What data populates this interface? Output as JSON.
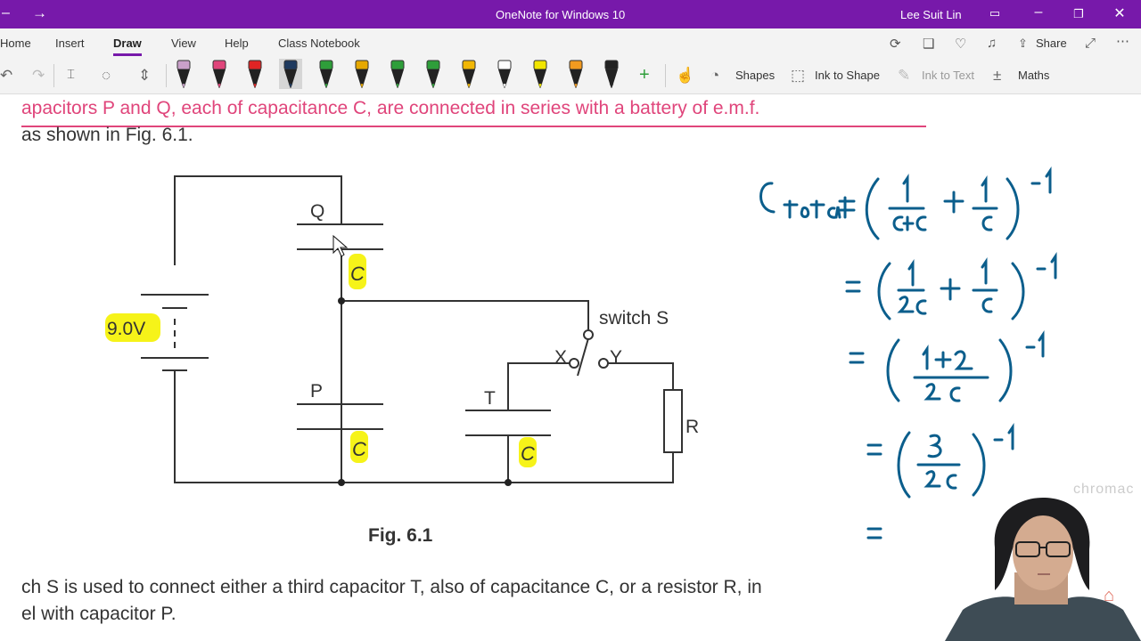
{
  "titlebar": {
    "app_title": "OneNote for Windows 10",
    "user_name": "Lee Suit Lin",
    "accent": "#7719aa"
  },
  "ribbon": {
    "tabs": [
      "Home",
      "Insert",
      "Draw",
      "View",
      "Help",
      "Class Notebook"
    ],
    "active_tab": "Draw",
    "share_label": "Share"
  },
  "toolbar": {
    "shapes_label": "Shapes",
    "ink_to_shape_label": "Ink to Shape",
    "ink_to_text_label": "Ink to Text",
    "maths_label": "Maths",
    "pens": [
      {
        "color": "#c9a0c9"
      },
      {
        "color": "#e0457b"
      },
      {
        "color": "#e02424"
      },
      {
        "color": "#1f3a5f"
      },
      {
        "color": "#2e9e3a"
      },
      {
        "color": "#e6a800"
      },
      {
        "color": "#2e9e3a"
      },
      {
        "color": "#2e9e3a"
      },
      {
        "color": "#f2b705"
      },
      {
        "color": "#ffffff"
      },
      {
        "color": "#f2e600"
      },
      {
        "color": "#f29a1f"
      },
      {
        "color": "#222222"
      }
    ]
  },
  "document": {
    "line1": "apacitors P and Q, each of capacitance C, are connected in series with a battery of e.m.f.",
    "line2": "as shown in Fig. 6.1.",
    "line3": "ch S is used to connect either a third capacitor T, also of capacitance C, or a resistor R, in",
    "line4": "el with capacitor P.",
    "figure_caption": "Fig. 6.1"
  },
  "circuit": {
    "label_Q": "Q",
    "label_P": "P",
    "label_T": "T",
    "label_R": "R",
    "label_X": "X",
    "label_Y": "Y",
    "label_switch": "switch S",
    "label_voltage": "9.0V",
    "cap_label": "C"
  },
  "handwriting": {
    "ink_color": "#0b5e8c",
    "line1": "Ctotal = ( 1/(C+C) + 1/C )^-1",
    "line2": "= ( 1/2C + 1/C )^-1",
    "line3": "= ( (1+2)/2C )^-1",
    "line4": "= ( 3/2C )^-1",
    "line5": "="
  },
  "watermark": "chromac"
}
